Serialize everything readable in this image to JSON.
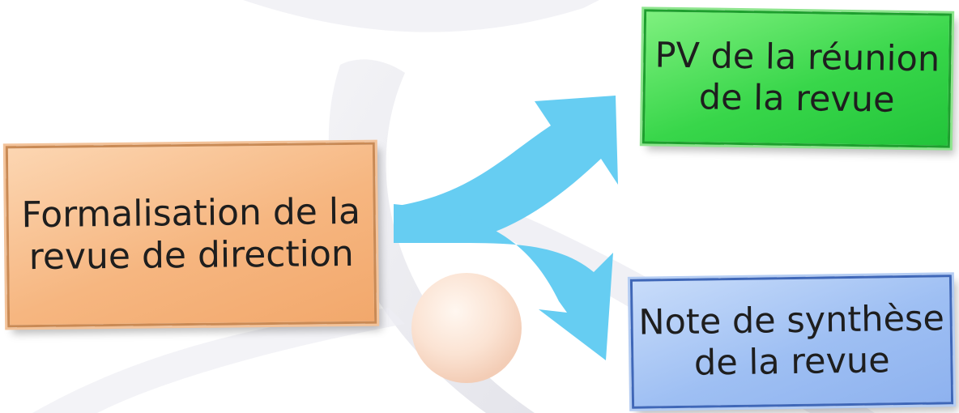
{
  "diagram": {
    "nodes": [
      {
        "id": "source",
        "lines": [
          "Formalisation de la",
          "revue de direction"
        ],
        "color": "#f6b680"
      },
      {
        "id": "pv",
        "lines": [
          "PV de la réunion",
          "de la revue"
        ],
        "color": "#38d64a"
      },
      {
        "id": "note",
        "lines": [
          "Note de synthèse",
          "de la revue"
        ],
        "color": "#9ebff3"
      }
    ],
    "edges": [
      {
        "from": "source",
        "to": "pv"
      },
      {
        "from": "source",
        "to": "note"
      }
    ],
    "arrow_color": "#66cdf2"
  }
}
